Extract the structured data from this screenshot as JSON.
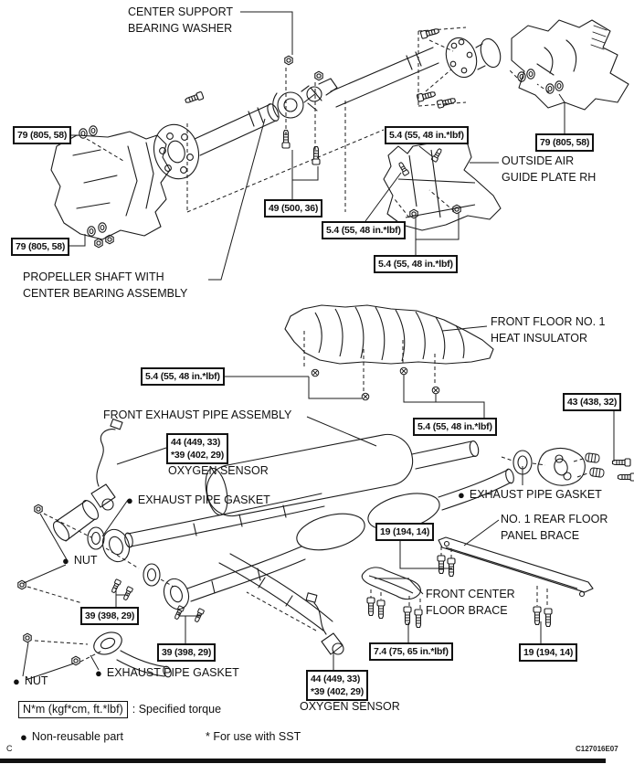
{
  "figure": {
    "code": "C127016E07",
    "page_marker": "C"
  },
  "icons": {
    "bullet": "●"
  },
  "part_labels": {
    "center_support_bearing_washer": "CENTER SUPPORT\nBEARING WASHER",
    "outside_air_guide_plate_rh": "OUTSIDE AIR\nGUIDE PLATE RH",
    "propeller_shaft": "PROPELLER SHAFT WITH\nCENTER BEARING ASSEMBLY",
    "front_floor_no1_heat_insulator": "FRONT FLOOR NO. 1\nHEAT INSULATOR",
    "front_exhaust_pipe_assembly": "FRONT EXHAUST PIPE ASSEMBLY",
    "oxygen_sensor_upper": "OXYGEN SENSOR",
    "oxygen_sensor_lower": "OXYGEN SENSOR",
    "exhaust_pipe_gasket_upper_left": "EXHAUST PIPE GASKET",
    "exhaust_pipe_gasket_upper_right": "EXHAUST PIPE GASKET",
    "exhaust_pipe_gasket_lower": "EXHAUST PIPE GASKET",
    "nut_upper": "NUT",
    "nut_lower": "NUT",
    "no1_rear_floor_panel_brace": "NO. 1 REAR FLOOR\nPANEL BRACE",
    "front_center_floor_brace": "FRONT CENTER\nFLOOR BRACE"
  },
  "torque_specs": {
    "t79_left_upper": "79 (805, 58)",
    "t54_plate_upper": "5.4 (55, 48 in.*lbf)",
    "t79_right": "79 (805, 58)",
    "t79_left_lower": "79 (805, 58)",
    "t49_center": "49 (500, 36)",
    "t54_plate_mid": "5.4 (55, 48 in.*lbf)",
    "t54_plate_lower": "5.4 (55, 48 in.*lbf)",
    "t54_insulator_left": "5.4 (55, 48 in.*lbf)",
    "t43_tailpipe": "43 (438, 32)",
    "t54_insulator_right": "5.4 (55, 48 in.*lbf)",
    "t44_oxygen_upper": "44 (449, 33)\n*39 (402, 29)",
    "t19_rear_brace_upper": "19 (194, 14)",
    "t39_front_pipe_a": "39 (398, 29)",
    "t39_front_pipe_b": "39 (398, 29)",
    "t74_center_brace": "7.4 (75, 65 in.*lbf)",
    "t19_rear_brace_lower": "19 (194, 14)",
    "t44_oxygen_lower": "44 (449, 33)\n*39 (402, 29)"
  },
  "legend": {
    "torque_unit_box": "N*m (kgf*cm, ft.*lbf)",
    "torque_note": ": Specified torque",
    "non_reusable_note": "Non-reusable part",
    "sst_note": "* For use with SST"
  }
}
